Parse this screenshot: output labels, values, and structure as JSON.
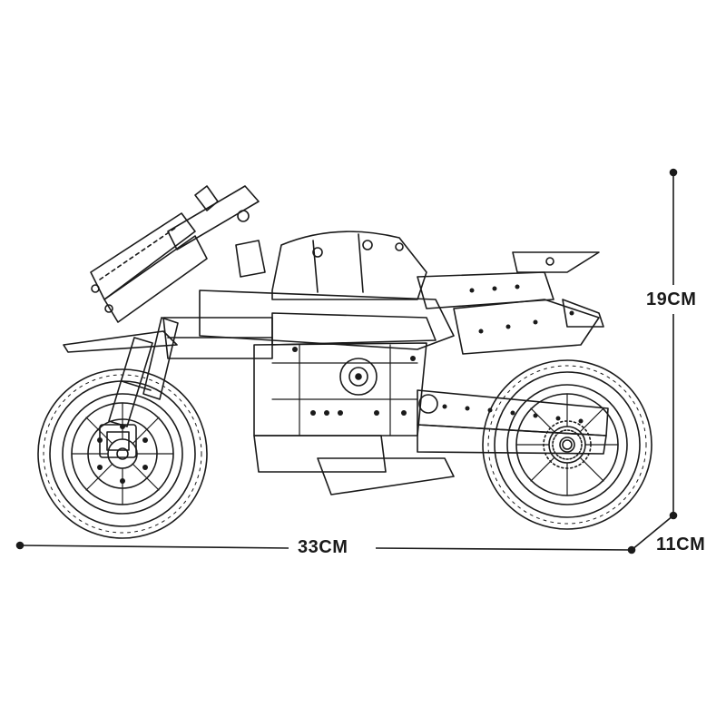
{
  "dimensions": {
    "length": "33CM",
    "height": "19CM",
    "width": "11CM"
  },
  "colors": {
    "line": "#1a1a1a",
    "background": "#ffffff"
  },
  "subject_icon": "motorcycle-line-drawing"
}
